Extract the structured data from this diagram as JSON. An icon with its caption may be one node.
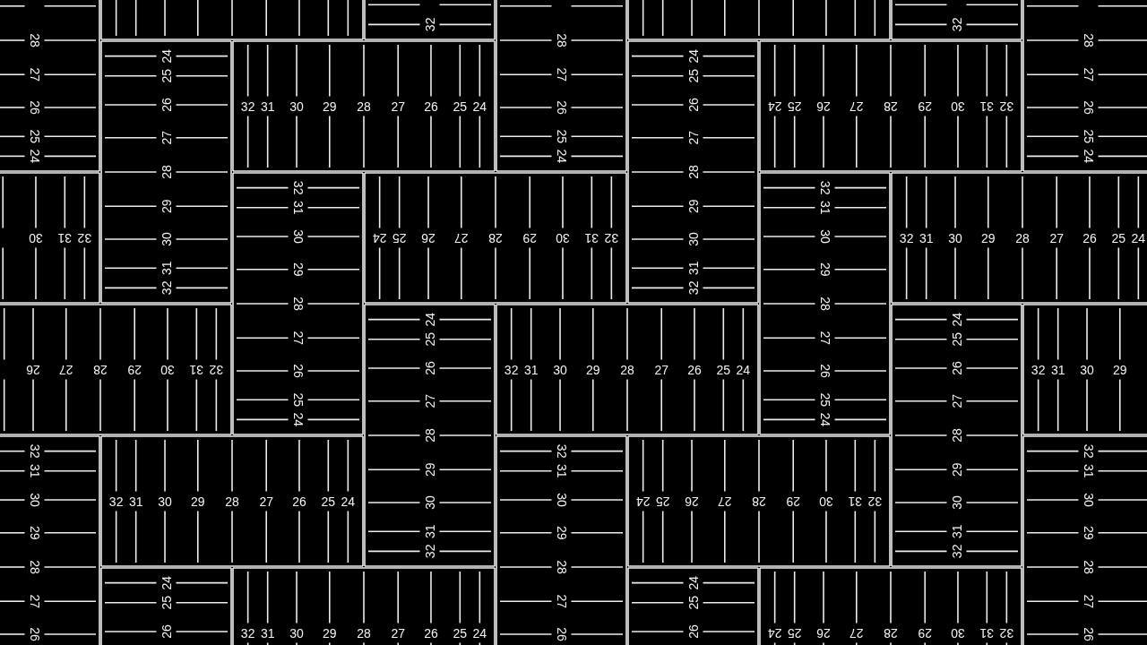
{
  "diagram": {
    "labels": [
      "32",
      "32",
      "28 27 26 25 24",
      "28 27 26 25 24",
      "28 27 26 25 24",
      "32 31 30 29 28 27 26 25 24",
      "32 31 30 29 28 27 26 25 24",
      "32 31 30 29 28 27 26 25 24",
      "32 31 30 29 28 27 26 25 24",
      "32 31 30",
      "32 31 30 29 28 27 26 25 24",
      "32 31 30 29 28 27 26 25 24",
      "32 31 30 29 28 27 26 25 24",
      "32 31 30 29 28 27 26 25 24",
      "32 31 30 29 28 27 26",
      "32 31 30 29 28 27 26 25 24",
      "32 31 30 29",
      "32 31 30 29 28 27 26 25 24",
      "32 31 30 29 28 27 26 25 24",
      "32 31 30 29 28 27 26 25 24",
      "32 31 30 29 28 27 26 25 24",
      "32 31 30 29 28 27 26",
      "32 31 30 29 28 27 26",
      "32 31 30 29 28 27 26",
      "32 31 30 29 28 27 26 25 24",
      "32 31 30 29 28 27 26 25 24",
      "26 25 24",
      "26 25 24"
    ]
  }
}
